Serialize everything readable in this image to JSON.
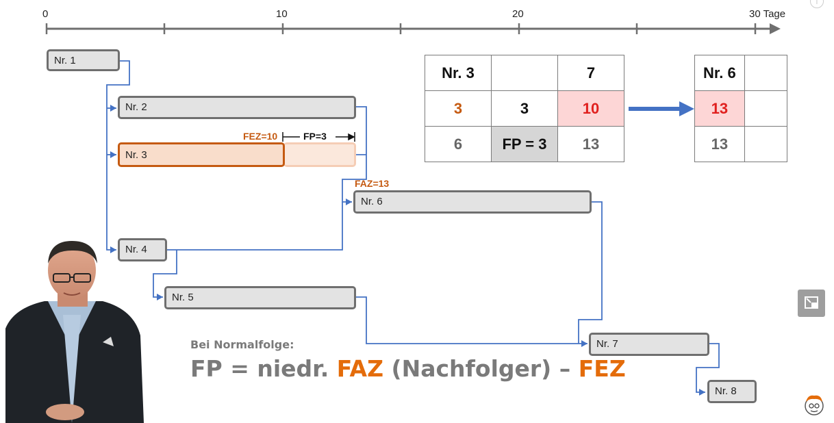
{
  "axis": {
    "ticks": [
      "0",
      "10",
      "20",
      "30 Tage"
    ]
  },
  "tasks": [
    {
      "id": "nr1",
      "label": "Nr. 1"
    },
    {
      "id": "nr2",
      "label": "Nr. 2"
    },
    {
      "id": "nr3",
      "label": "Nr. 3"
    },
    {
      "id": "nr4",
      "label": "Nr. 4"
    },
    {
      "id": "nr5",
      "label": "Nr. 5"
    },
    {
      "id": "nr6",
      "label": "Nr. 6"
    },
    {
      "id": "nr7",
      "label": "Nr. 7"
    },
    {
      "id": "nr8",
      "label": "Nr. 8"
    }
  ],
  "annotations": {
    "fez": "FEZ=10",
    "fp": "FP=3",
    "faz": "FAZ=13"
  },
  "table_nr3": {
    "rows": [
      [
        "Nr. 3",
        "",
        "7"
      ],
      [
        "3",
        "3",
        "10"
      ],
      [
        "6",
        "FP = 3",
        "13"
      ]
    ]
  },
  "table_nr6": {
    "rows": [
      [
        "Nr. 6"
      ],
      [
        "13"
      ],
      [
        "13"
      ]
    ]
  },
  "note": {
    "caption": "Bei Normalfolge:",
    "formula_part1": "FP = niedr.",
    "formula_faz": "FAZ",
    "formula_part2": "(Nachfolger) –",
    "formula_fez": "FEZ"
  },
  "colors": {
    "connector": "#4472c4",
    "highlight": "#c55a11",
    "formula_orange": "#e46c0a"
  }
}
